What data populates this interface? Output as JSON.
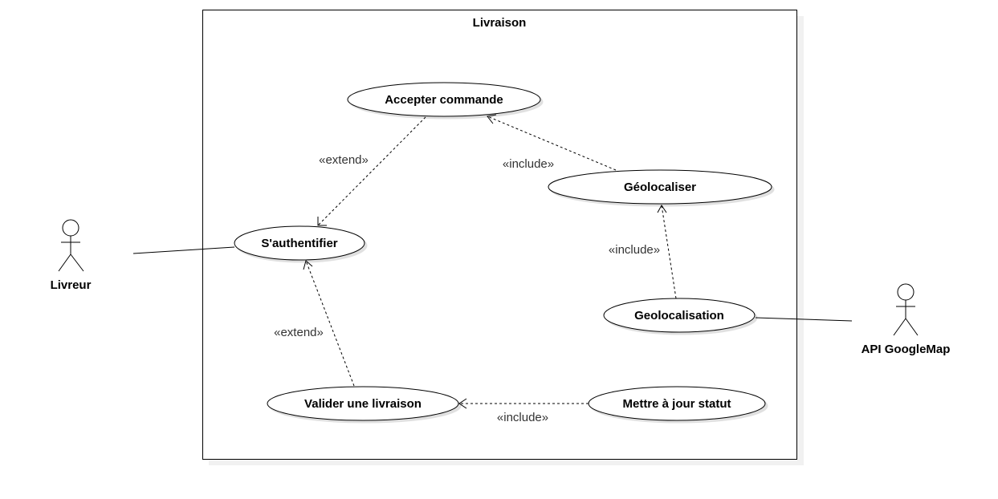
{
  "system": {
    "name": "Livraison"
  },
  "actors": [
    {
      "id": "livreur",
      "name": "Livreur"
    },
    {
      "id": "api",
      "name": "API GoogleMap"
    }
  ],
  "use_cases": [
    {
      "id": "accepter",
      "label": "Accepter commande"
    },
    {
      "id": "auth",
      "label": "S'authentifier"
    },
    {
      "id": "geoloc",
      "label": "Géolocaliser"
    },
    {
      "id": "geolocalisation",
      "label": "Geolocalisation"
    },
    {
      "id": "valider",
      "label": "Valider une livraison"
    },
    {
      "id": "mettre",
      "label": "Mettre à jour statut"
    }
  ],
  "relations": [
    {
      "type": "extend",
      "from": "accepter",
      "to": "auth",
      "label": "«extend»"
    },
    {
      "type": "include",
      "from": "geoloc",
      "to": "accepter",
      "label": "«include»"
    },
    {
      "type": "include",
      "from": "geolocalisation",
      "to": "geoloc",
      "label": "«include»"
    },
    {
      "type": "extend",
      "from": "valider",
      "to": "auth",
      "label": "«extend»"
    },
    {
      "type": "include",
      "from": "mettre",
      "to": "valider",
      "label": "«include»"
    }
  ],
  "associations": [
    {
      "actor": "livreur",
      "use_case": "auth"
    },
    {
      "actor": "api",
      "use_case": "geolocalisation"
    }
  ]
}
